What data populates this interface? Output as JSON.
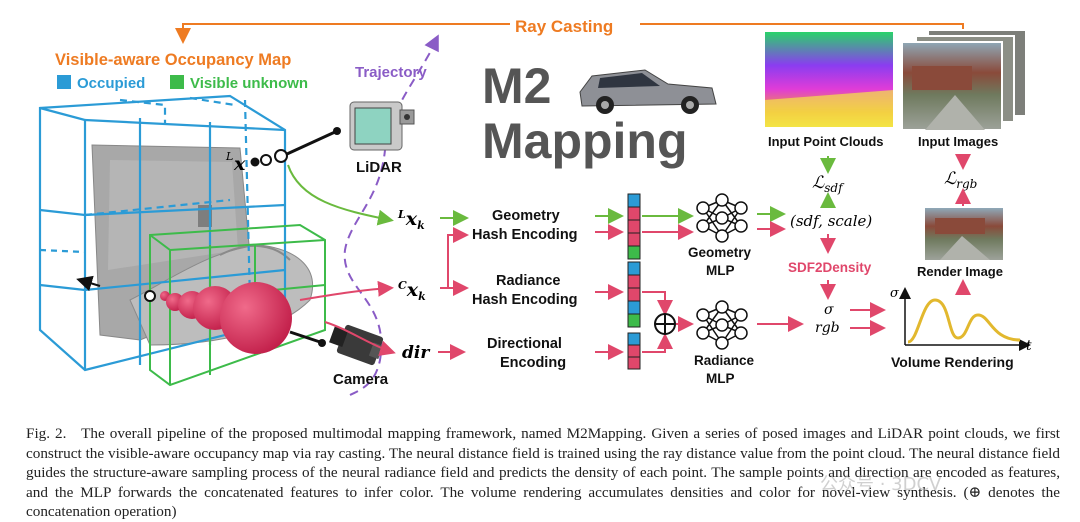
{
  "figure": {
    "ray_casting": "Ray Casting",
    "occupancy_title": "Visible-aware Occupancy Map",
    "legend_occupied": "Occupied",
    "legend_visible": "Visible unknown",
    "trajectory": "Trajectory",
    "lidar": "LiDAR",
    "camera": "Camera",
    "title_line1": "M2",
    "title_line2": "Mapping",
    "input_point_clouds": "Input Point Clouds",
    "input_images": "Input Images",
    "loss_sdf": "ℒ",
    "loss_sdf_sub": "sdf",
    "loss_rgb": "ℒ",
    "loss_rgb_sub": "rgb",
    "sdf_scale": "(sdf, scale)",
    "sdf2density": "SDF2Density",
    "sigma": "σ",
    "rgb": "rgb",
    "render_image": "Render Image",
    "volume_rendering": "Volume Rendering",
    "axis_sigma": "σ",
    "axis_t": "t",
    "geo_hash_1": "Geometry",
    "geo_hash_2": "Hash Encoding",
    "rad_hash_1": "Radiance",
    "rad_hash_2": "Hash Encoding",
    "dir_enc_1": "Directional",
    "dir_enc_2": "Encoding",
    "geo_mlp_1": "Geometry",
    "geo_mlp_2": "MLP",
    "rad_mlp_1": "Radiance",
    "rad_mlp_2": "MLP",
    "lx_pre": "L",
    "lx_var": "x",
    "lxk_pre": "L",
    "lxk_var": "x",
    "lxk_sub": "k",
    "cxk_pre": "C",
    "cxk_var": "x",
    "cxk_sub": "k",
    "dir": "dir"
  },
  "caption": {
    "label": "Fig. 2.",
    "text": "The overall pipeline of the proposed multimodal mapping framework, named M2Mapping. Given a series of posed images and LiDAR point clouds, we first construct the visible-aware occupancy map via ray casting. The neural distance field is trained using the ray distance value from the point cloud. The neural distance field guides the structure-aware sampling process of the neural radiance field and predicts the density of each point. The sample points and direction are encoded as features, and the MLP forwards the concatenated features to infer color. The volume rendering accumulates densities and color for novel-view synthesis. (⊕ denotes the concatenation operation)"
  },
  "watermark": "公众号 · 3DCV",
  "colors": {
    "orange": "#ee7b22",
    "blue": "#2b9bd6",
    "green": "#3dbb4a",
    "pink": "#e0476b",
    "purple": "#8a5cc6",
    "dark": "#555555",
    "yellow_curve": "#e2b82e"
  }
}
